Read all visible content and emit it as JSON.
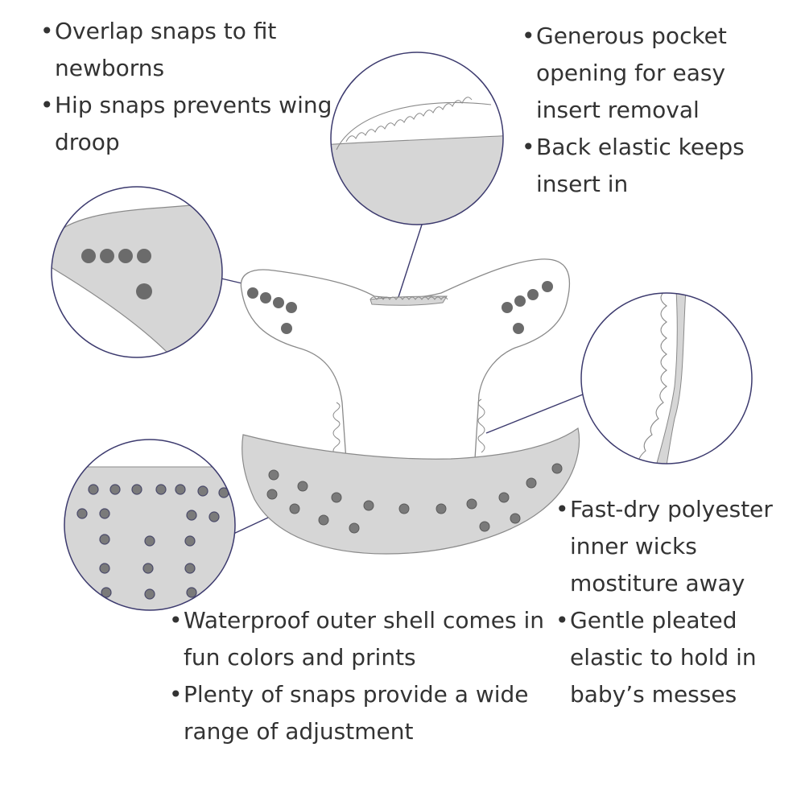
{
  "colors": {
    "fill": "#d6d6d6",
    "outline": "#8a8a8a",
    "snap": "#6b6b6b",
    "connector": "#3c3a6e",
    "text": "#333333"
  },
  "callouts": {
    "top_left": [
      {
        "lines": [
          "Overlap snaps to fit",
          "newborns"
        ]
      },
      {
        "lines": [
          "Hip snaps prevents wing",
          "droop"
        ]
      }
    ],
    "top_right": [
      {
        "lines": [
          "Generous pocket",
          "opening for easy",
          "insert removal"
        ]
      },
      {
        "lines": [
          "Back elastic keeps",
          "insert in"
        ]
      }
    ],
    "mid_right": [
      {
        "lines": [
          "Fast-dry polyester",
          "inner wicks",
          "mostiture away"
        ]
      },
      {
        "lines": [
          "Gentle pleated",
          "elastic to hold in",
          "baby’s messes"
        ]
      }
    ],
    "bottom": [
      {
        "lines": [
          "Waterproof outer shell comes in",
          "fun colors and prints"
        ]
      },
      {
        "lines": [
          "Plenty of snaps provide a wide",
          "range of adjustment"
        ]
      }
    ]
  }
}
